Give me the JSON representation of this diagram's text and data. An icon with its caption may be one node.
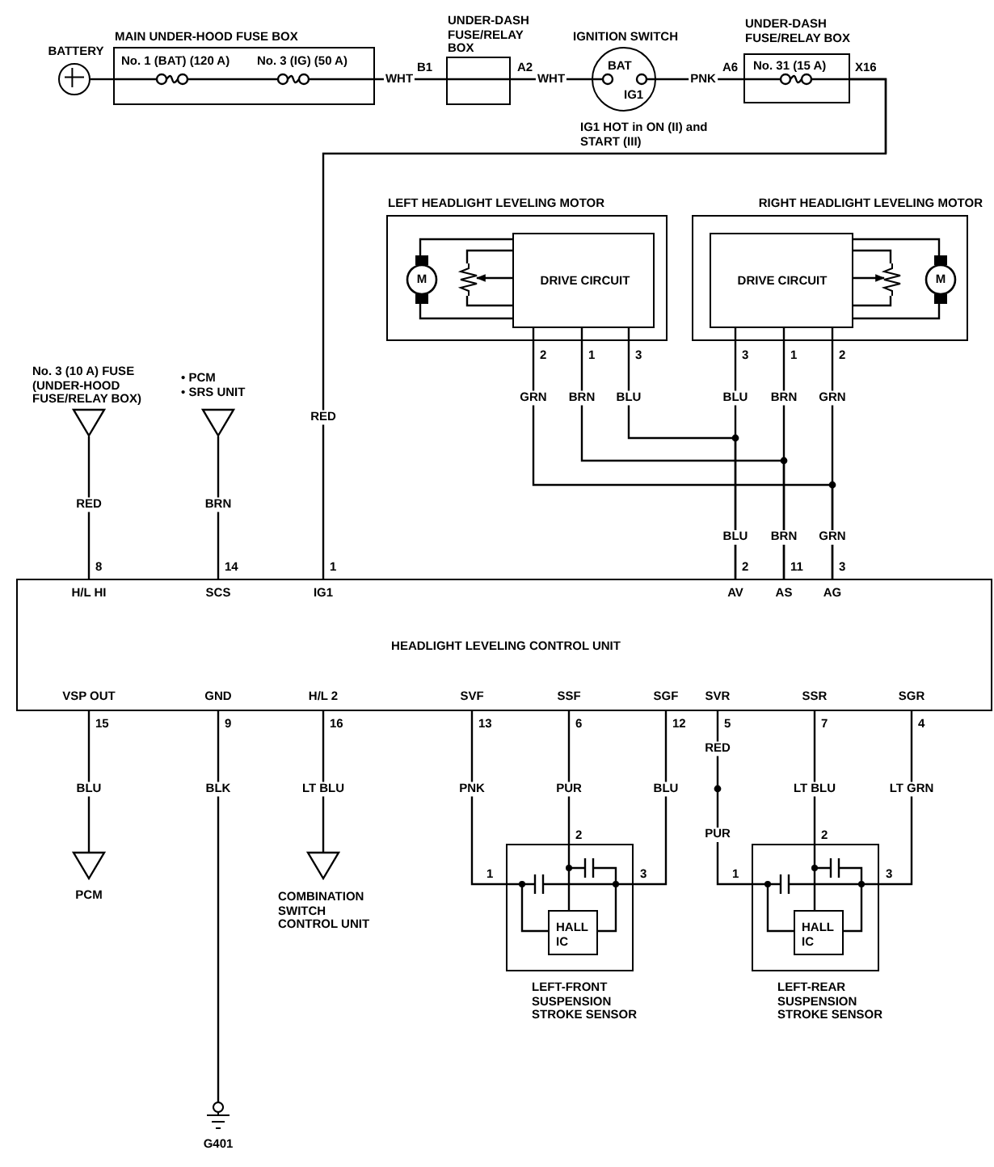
{
  "diagram": {
    "nodes": [
      {
        "text": [
          "BATTERY"
        ]
      },
      {
        "text": [
          "MAIN UNDER-HOOD FUSE BOX",
          "No. 1 (BAT) (120 A)",
          "No. 3 (IG) (50 A)"
        ]
      },
      {
        "text": [
          "UNDER-DASH FUSE/RELAY BOX"
        ]
      },
      {
        "text": [
          "IGNITION SWITCH",
          "BAT",
          "IG1"
        ],
        "beside": [
          "IG1 HOT in ON (II) and START (III)"
        ]
      },
      {
        "text": [
          "UNDER-DASH FUSE/RELAY BOX",
          "No. 31 (15 A)"
        ]
      },
      {
        "text": [
          "LEFT HEADLIGHT LEVELING MOTOR"
        ]
      },
      {
        "text": [
          "DRIVE CIRCUIT"
        ],
        "in": 5
      },
      {
        "text": [
          "M"
        ],
        "in": 5
      },
      {
        "text": [],
        "shape": "resistor",
        "in": 5
      },
      {
        "text": [
          "RIGHT HEADLIGHT LEVELING MOTOR"
        ]
      },
      {
        "text": [
          "DRIVE CIRCUIT"
        ],
        "in": 9
      },
      {
        "text": [],
        "shape": "resistor",
        "in": 9
      },
      {
        "text": [
          "M"
        ],
        "in": 9
      },
      {
        "text": [
          "No. 3 (10 A) FUSE (UNDER-HOOD FUSE/RELAY BOX)"
        ]
      },
      {
        "text": [
          "• PCM",
          "• SRS UNIT"
        ]
      },
      {
        "text": [
          "HEADLIGHT LEVELING CONTROL UNIT"
        ]
      },
      {
        "text": [
          "PCM"
        ]
      },
      {
        "text": [
          "G401"
        ]
      },
      {
        "text": [
          "COMBINATION SWITCH CONTROL UNIT"
        ]
      },
      {
        "text": [
          "LEFT-FRONT SUSPENSION STROKE SENSOR"
        ]
      },
      {
        "text": [
          "HALL IC"
        ],
        "in": 19
      },
      {
        "text": [
          "LEFT-REAR SUSPENSION STROKE SENSOR"
        ]
      },
      {
        "text": [
          "HALL IC"
        ],
        "in": 21
      }
    ],
    "edges": [
      {
        "from": 0,
        "to": 1,
        "arrow": "none"
      },
      {
        "from": 1,
        "to": 2,
        "arrow": "none",
        "label": "WHT"
      },
      {
        "from": 2,
        "to": 3,
        "arrow": "none",
        "label": "WHT"
      },
      {
        "from": 3,
        "to": 4,
        "arrow": "none",
        "label": "PNK"
      },
      {
        "from": 4,
        "to": 15,
        "arrow": "none",
        "label": "RED"
      },
      {
        "from": 6,
        "to": 15,
        "arrow": "none",
        "label": "GRN"
      },
      {
        "from": 6,
        "to": 15,
        "arrow": "none",
        "label": "BRN"
      },
      {
        "from": 6,
        "to": 15,
        "arrow": "none",
        "label": "BLU"
      },
      {
        "from": 10,
        "to": 15,
        "arrow": "none",
        "label": "BLU"
      },
      {
        "from": 10,
        "to": 15,
        "arrow": "none",
        "label": "BRN"
      },
      {
        "from": 10,
        "to": 15,
        "arrow": "none",
        "label": "GRN"
      },
      {
        "from": 7,
        "to": 6,
        "arrow": "none"
      },
      {
        "from": 7,
        "to": 6,
        "arrow": "none"
      },
      {
        "from": 6,
        "to": 8,
        "arrow": "none"
      },
      {
        "from": 6,
        "to": 8,
        "arrow": "none"
      },
      {
        "from": 6,
        "to": 8,
        "arrow": "to"
      },
      {
        "from": 12,
        "to": 10,
        "arrow": "none"
      },
      {
        "from": 12,
        "to": 10,
        "arrow": "none"
      },
      {
        "from": 10,
        "to": 11,
        "arrow": "none"
      },
      {
        "from": 10,
        "to": 11,
        "arrow": "none"
      },
      {
        "from": 10,
        "to": 11,
        "arrow": "to"
      },
      {
        "from": 13,
        "to": 15,
        "arrow": "none",
        "label": "RED"
      },
      {
        "from": 14,
        "to": 15,
        "arrow": "none",
        "label": "BRN"
      },
      {
        "from": 15,
        "to": 16,
        "arrow": "none",
        "label": "BLU"
      },
      {
        "from": 15,
        "to": 17,
        "arrow": "none",
        "label": "BLK"
      },
      {
        "from": 15,
        "to": 18,
        "arrow": "none",
        "label": "LT BLU"
      },
      {
        "from": 15,
        "to": 20,
        "arrow": "none",
        "label": "PNK"
      },
      {
        "from": 15,
        "to": 20,
        "arrow": "none",
        "label": "PUR"
      },
      {
        "from": 15,
        "to": 20,
        "arrow": "none",
        "label": "BLU"
      },
      {
        "from": 15,
        "to": 22,
        "arrow": "none",
        "label": "RED"
      },
      {
        "from": 15,
        "to": 22,
        "arrow": "none",
        "label": "LT BLU"
      },
      {
        "from": 15,
        "to": 22,
        "arrow": "none",
        "label": "LT GRN"
      }
    ],
    "labels": [
      "B1",
      "A2",
      "A6",
      "X16",
      "2",
      "1",
      "3",
      "3",
      "1",
      "2",
      "BLU",
      "BRN",
      "GRN",
      "8",
      "14",
      "1",
      "2",
      "11",
      "3",
      "H/L HI",
      "SCS",
      "IG1",
      "AV",
      "AS",
      "AG",
      "VSP OUT",
      "GND",
      "H/L 2",
      "SVF",
      "SSF",
      "SGF",
      "SVR",
      "SSR",
      "SGR",
      "15",
      "9",
      "16",
      "13",
      "6",
      "12",
      "5",
      "7",
      "4",
      "PUR",
      "1",
      "2",
      "3",
      "1",
      "2",
      "3"
    ]
  }
}
